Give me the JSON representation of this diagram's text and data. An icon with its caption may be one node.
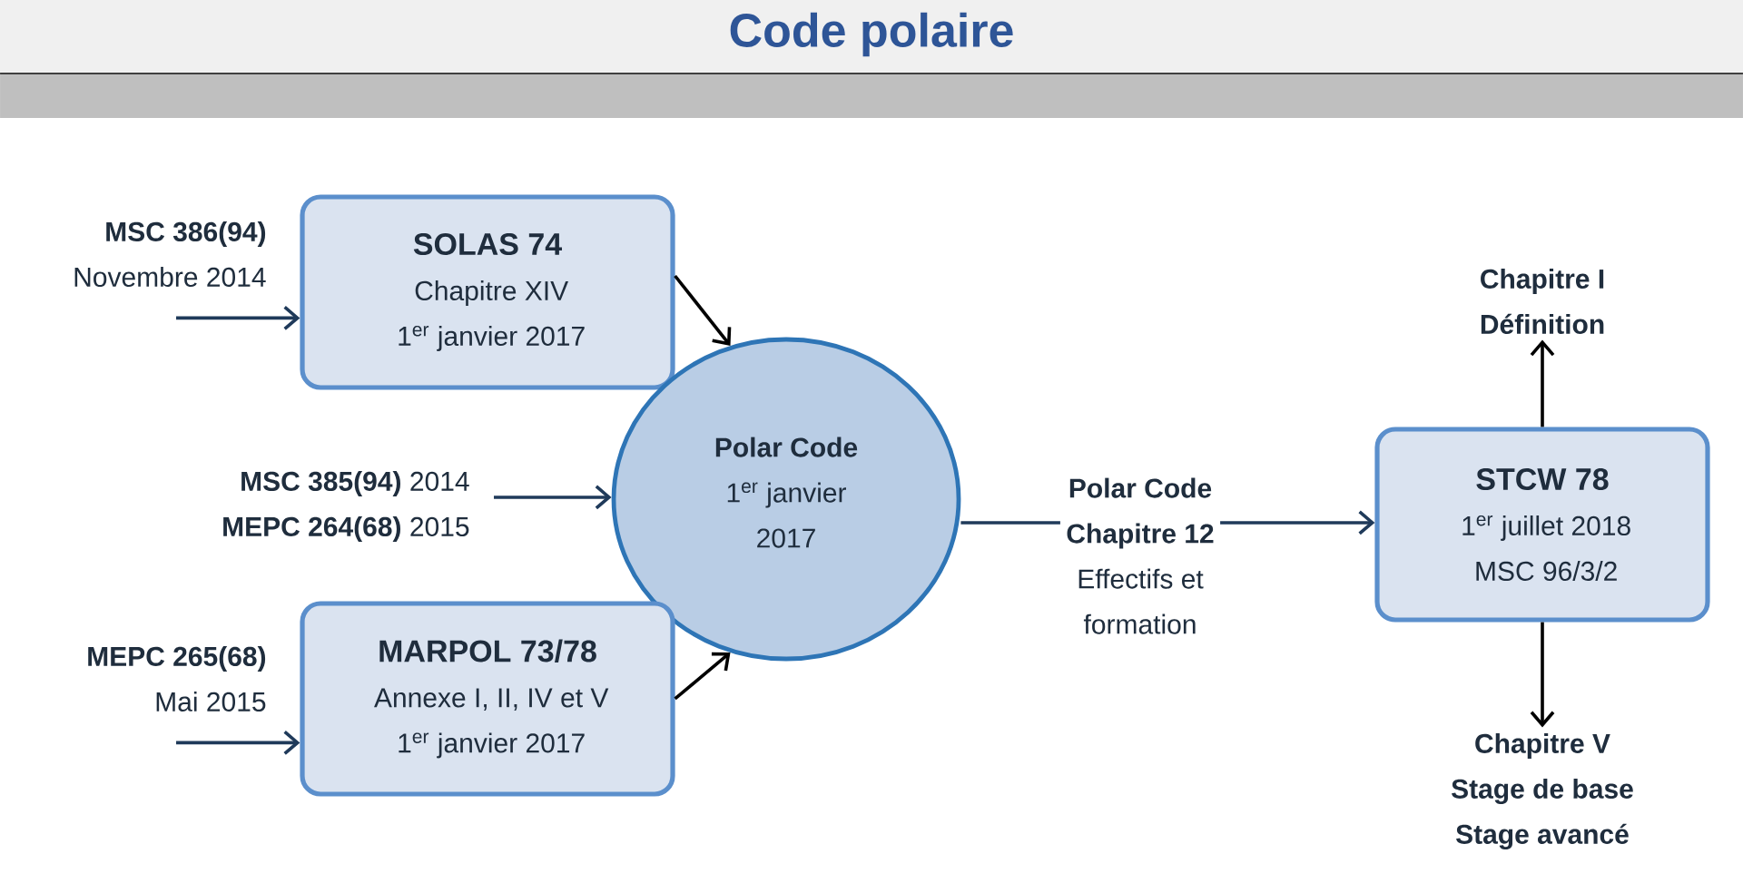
{
  "diagram": {
    "title": "Code polaire",
    "nodes": [
      {
        "text": [
          "MSC 386(94)",
          "Novembre 2014"
        ]
      },
      {
        "text": [
          "SOLAS 74",
          "Chapitre XIV",
          "1$^{er}$ janvier 2017"
        ]
      },
      {
        "text": [
          "**MSC 385(94)** 2014",
          "**MEPC 264(68)** 2015"
        ]
      },
      {
        "text": [
          "Polar Code",
          "1$^{er}$ janvier 2017"
        ]
      },
      {
        "text": [
          "MEPC 265(68)",
          "Mai 2015"
        ]
      },
      {
        "text": [
          "MARPOL 73/78",
          "Annexe I, II, IV et V",
          "1$^{er}$ janvier 2017"
        ]
      },
      {
        "text": [
          "Polar Code",
          "Chapitre 12",
          "Effectifs et formation"
        ]
      },
      {
        "text": [
          "STCW 78",
          "1$^{er}$ juillet 2018",
          "MSC 96/3/2"
        ]
      },
      {
        "text": [
          "Chapitre I",
          "Définition"
        ]
      },
      {
        "text": [
          "Chapitre V",
          "Stage de base",
          "Stage avancé"
        ]
      }
    ],
    "edges": [
      {
        "from": 0,
        "to": 1,
        "arrow": "to"
      },
      {
        "from": 1,
        "to": 3,
        "arrow": "to"
      },
      {
        "from": 2,
        "to": 3,
        "arrow": "to"
      },
      {
        "from": 4,
        "to": 5,
        "arrow": "to"
      },
      {
        "from": 5,
        "to": 3,
        "arrow": "to"
      },
      {
        "from": 3,
        "to": 6,
        "arrow": "none"
      },
      {
        "from": 6,
        "to": 7,
        "arrow": "to"
      },
      {
        "from": 7,
        "to": 8,
        "arrow": "to"
      },
      {
        "from": 7,
        "to": 9,
        "arrow": "to"
      }
    ]
  }
}
